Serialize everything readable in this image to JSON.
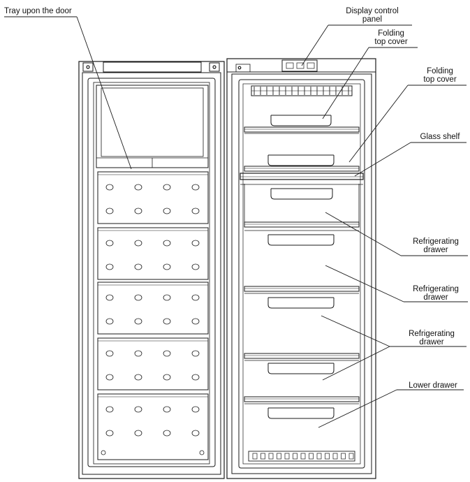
{
  "labels": {
    "tray_door": "Tray upon the door",
    "display_panel": [
      "Display control",
      "panel"
    ],
    "folding_top_cover_1": [
      "Folding",
      "top cover"
    ],
    "folding_top_cover_2": [
      "Folding",
      "top cover"
    ],
    "glass_shelf": "Glass shelf",
    "refrigerating_drawer_1": [
      "Refrigerating",
      "drawer"
    ],
    "refrigerating_drawer_2": [
      "Refrigerating",
      "drawer"
    ],
    "refrigerating_drawer_3": [
      "Refrigerating",
      "drawer"
    ],
    "lower_drawer": "Lower drawer"
  },
  "colors": {
    "line": "#1a1a1a",
    "background": "#ffffff"
  }
}
